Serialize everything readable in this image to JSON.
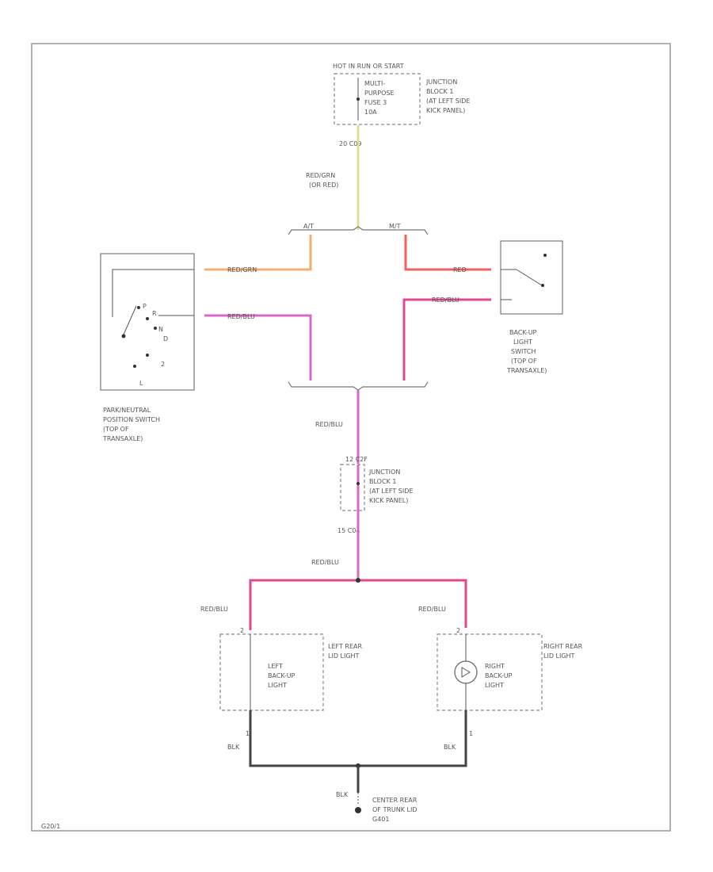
{
  "power_source": {
    "label": "HOT IN RUN OR START",
    "fuse_lines": [
      "MULTI-",
      "PURPOSE",
      "FUSE 3",
      "10A"
    ],
    "junction_lines": [
      "JUNCTION",
      "BLOCK 1",
      "(AT LEFT SIDE",
      "KICK PANEL)"
    ]
  },
  "connector_top": "20  C09",
  "wire_top_label_lines": [
    "RED/GRN",
    "(OR RED)"
  ],
  "splice_top": {
    "at": "A/T",
    "mt": "M/T"
  },
  "pn_switch": {
    "wire1": "RED/GRN",
    "wire2": "RED/BLU",
    "pins": [
      "P",
      "R",
      "N",
      "D",
      "2",
      "L"
    ],
    "label_lines": [
      "PARK/NEUTRAL",
      "POSITION SWITCH",
      "(TOP OF",
      "TRANSAXLE)"
    ]
  },
  "backup_switch": {
    "wire1": "RED",
    "wire2": "RED/BLU",
    "label_lines": [
      "BACK-UP",
      "LIGHT",
      "SWITCH",
      "(TOP OF",
      "TRANSAXLE)"
    ]
  },
  "wire_mid_label": "RED/BLU",
  "junction2": {
    "connector_top": "12  C2F",
    "label_lines": [
      "JUNCTION",
      "BLOCK 1",
      "(AT LEFT SIDE",
      "KICK PANEL)"
    ],
    "connector_bottom": "15  C04"
  },
  "wire_lower_label": "RED/BLU",
  "left_lamp": {
    "wire": "RED/BLU",
    "pin_top": "2",
    "pin_bottom": "1",
    "inner_lines": [
      "LEFT",
      "BACK-UP",
      "LIGHT"
    ],
    "outer_lines": [
      "LEFT REAR",
      "LID LIGHT"
    ],
    "ground_wire": "BLK"
  },
  "right_lamp": {
    "wire": "RED/BLU",
    "pin_top": "2",
    "pin_bottom": "1",
    "inner_lines": [
      "RIGHT",
      "BACK-UP",
      "LIGHT"
    ],
    "outer_lines": [
      "RIGHT REAR",
      "LID LIGHT"
    ],
    "ground_wire": "BLK"
  },
  "ground": {
    "wire": "BLK",
    "label_lines": [
      "CENTER REAR",
      "OF TRUNK LID",
      "G401"
    ]
  },
  "footer_code": "G20/1",
  "colors": {
    "red_grn": "#f0b070",
    "red": "#f06060",
    "red_blu": "#d868c8",
    "blk": "#444444"
  }
}
